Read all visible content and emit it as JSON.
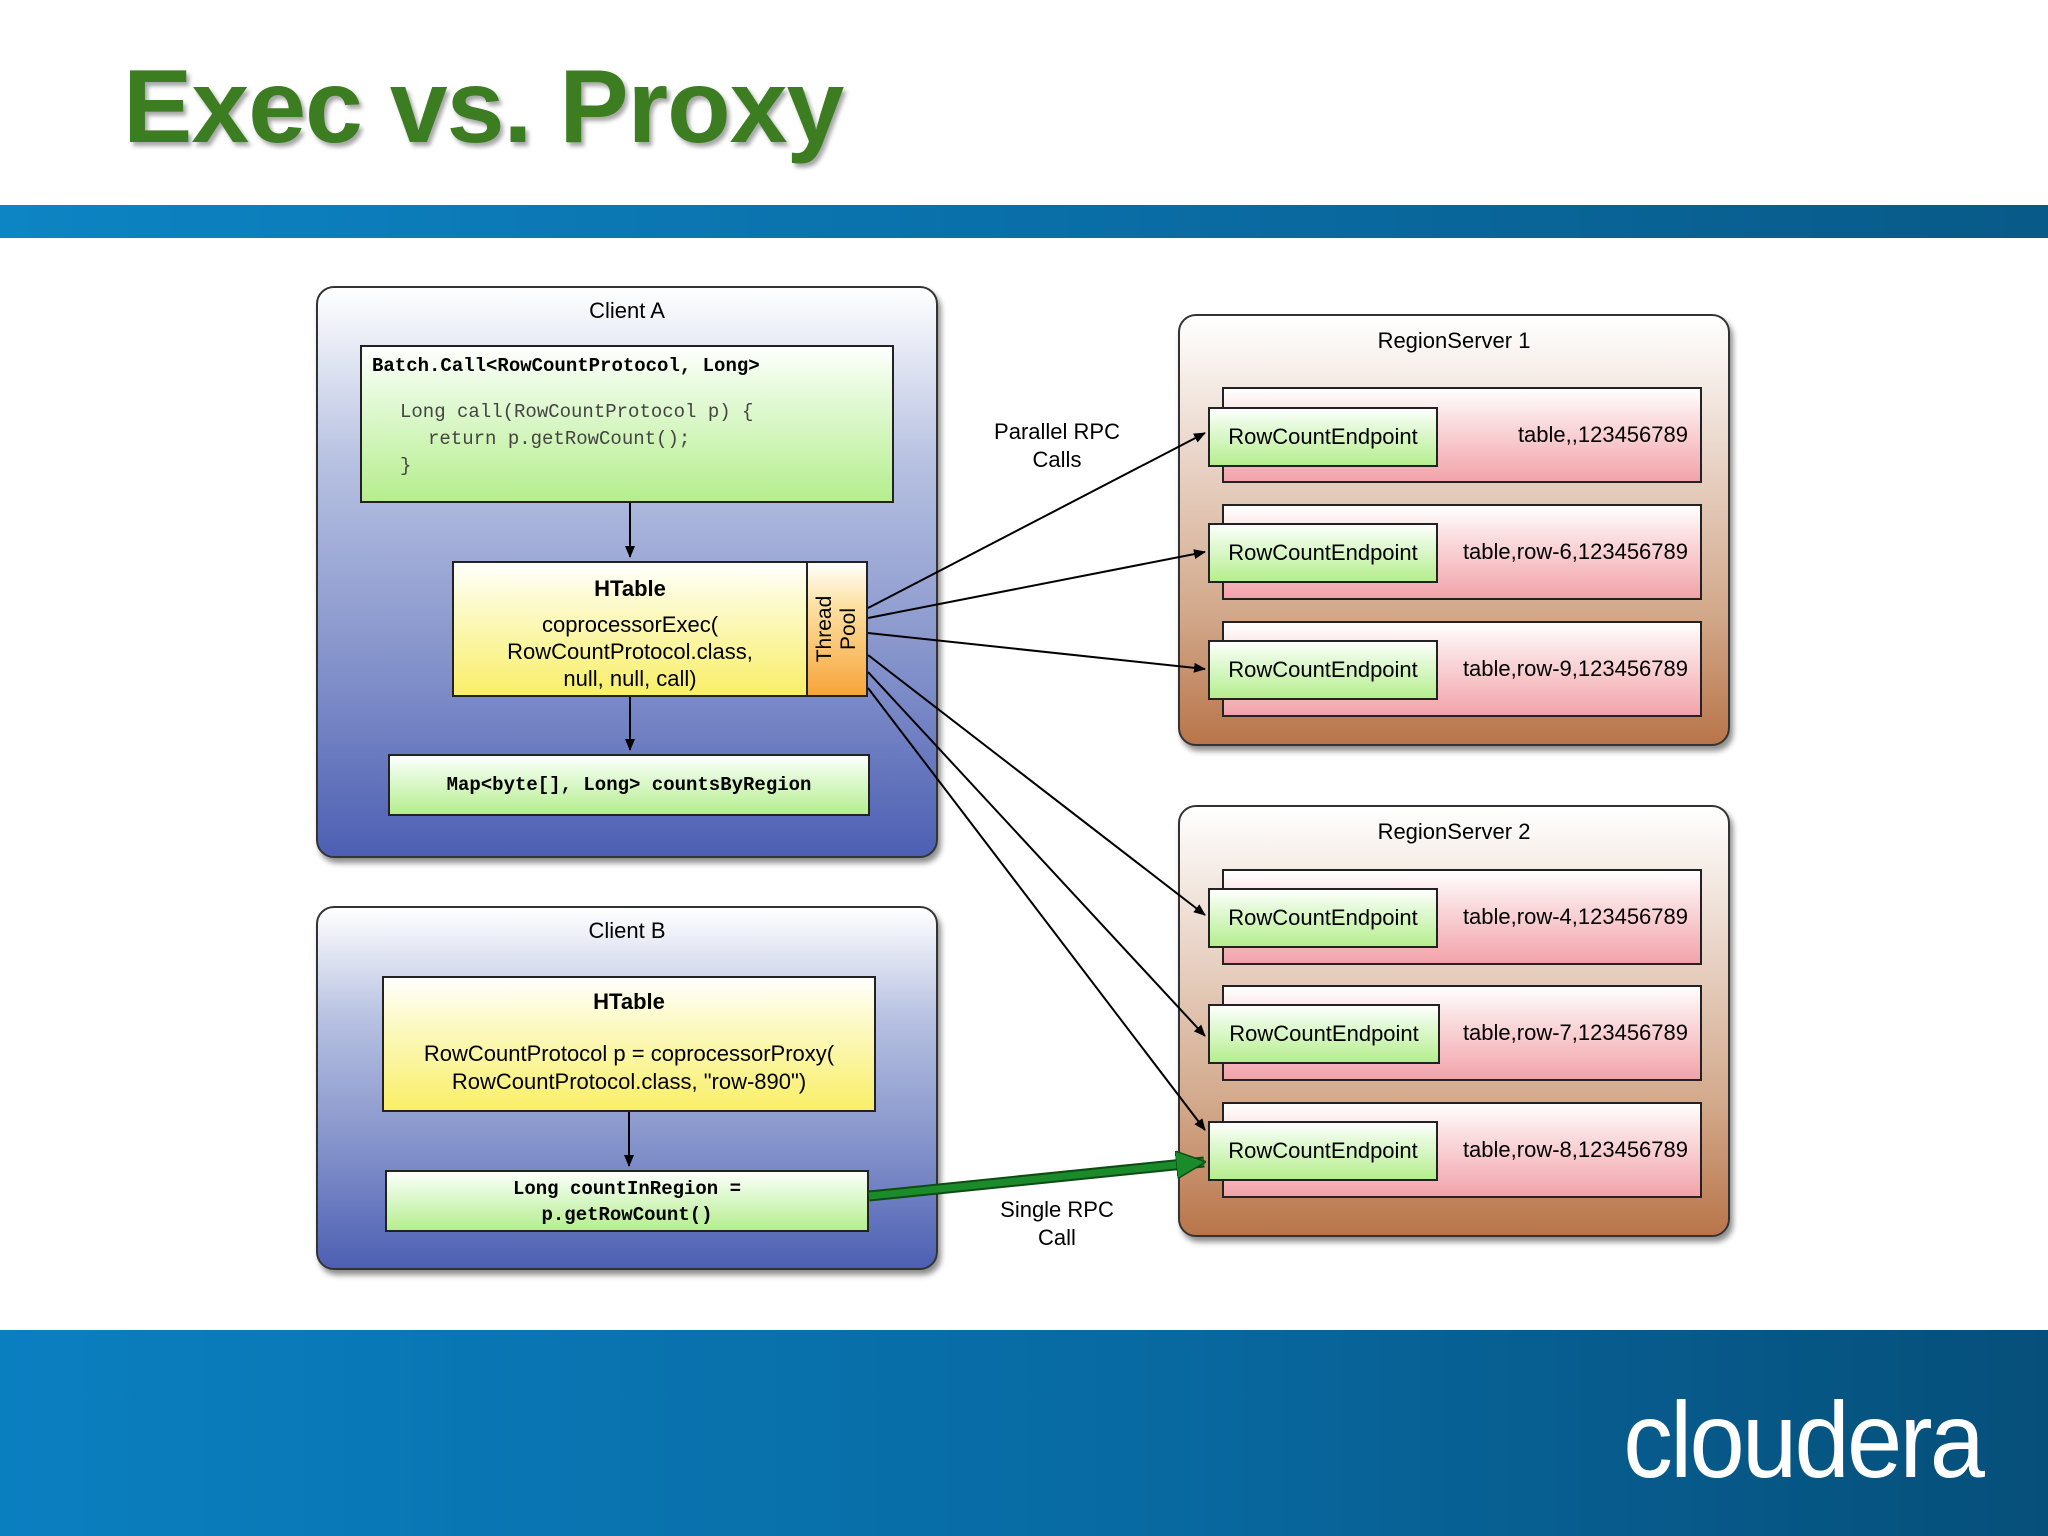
{
  "title": "Exec vs. Proxy",
  "brand": "cloudera",
  "colors": {
    "title_green": "#3d7d22",
    "band_blue": "#0a6fa8",
    "single_rpc_arrow": "#1a8a2a"
  },
  "client_a": {
    "label": "Client A",
    "batch_call": {
      "header": "Batch.Call<RowCountProtocol, Long>",
      "line1": "Long call(RowCountProtocol p) {",
      "line2": "return p.getRowCount();",
      "line3": "}"
    },
    "htable": {
      "title": "HTable",
      "line1": "coprocessorExec(",
      "line2": "RowCountProtocol.class,",
      "line3": "null, null, call)"
    },
    "thread_pool": {
      "line1": "Thread",
      "line2": "Pool"
    },
    "result": "Map<byte[], Long> countsByRegion"
  },
  "client_b": {
    "label": "Client B",
    "htable": {
      "title": "HTable",
      "line1": "RowCountProtocol p = coprocessorProxy(",
      "line2": "RowCountProtocol.class, \"row-890\")"
    },
    "result": {
      "line1": "Long countInRegion =",
      "line2": "p.getRowCount()"
    }
  },
  "edges": {
    "parallel": {
      "line1": "Parallel RPC",
      "line2": "Calls"
    },
    "single": {
      "line1": "Single RPC",
      "line2": "Call"
    }
  },
  "region_servers": [
    {
      "label": "RegionServer 1",
      "regions": [
        {
          "endpoint": "RowCountEndpoint",
          "region": "table,,123456789"
        },
        {
          "endpoint": "RowCountEndpoint",
          "region": "table,row-6,123456789"
        },
        {
          "endpoint": "RowCountEndpoint",
          "region": "table,row-9,123456789"
        }
      ]
    },
    {
      "label": "RegionServer 2",
      "regions": [
        {
          "endpoint": "RowCountEndpoint",
          "region": "table,row-4,123456789"
        },
        {
          "endpoint": "RowCountEndpoint",
          "region": "table,row-7,123456789"
        },
        {
          "endpoint": "RowCountEndpoint",
          "region": "table,row-8,123456789"
        }
      ]
    }
  ]
}
